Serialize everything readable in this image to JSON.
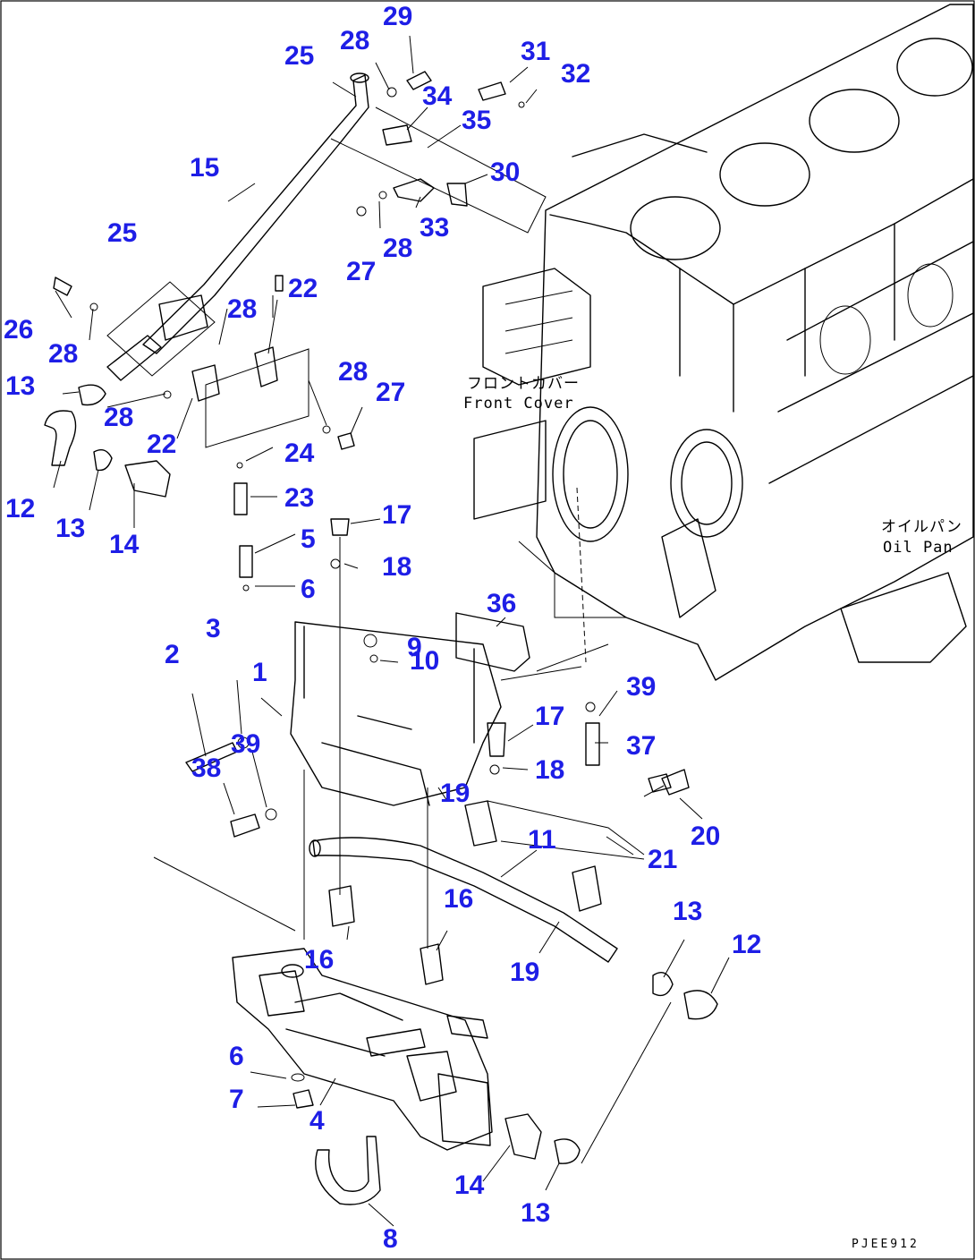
{
  "callouts": [
    "29",
    "28",
    "25",
    "31",
    "32",
    "34",
    "35",
    "15",
    "30",
    "33",
    "25",
    "28",
    "27",
    "26",
    "22",
    "28",
    "28",
    "13",
    "28",
    "28",
    "27",
    "22",
    "12",
    "24",
    "13",
    "14",
    "23",
    "17",
    "5",
    "18",
    "6",
    "36",
    "9",
    "3",
    "10",
    "2",
    "1",
    "39",
    "17",
    "37",
    "18",
    "38",
    "39",
    "19",
    "20",
    "11",
    "21",
    "16",
    "13",
    "12",
    "16",
    "19",
    "6",
    "7",
    "4",
    "14",
    "13",
    "8"
  ],
  "labels": {
    "front_cover_jp": "フロントカバー",
    "front_cover_en": "Front Cover",
    "oil_pan_jp": "オイルパン",
    "oil_pan_en": "Oil Pan",
    "drawing_code": "PJEE912"
  }
}
